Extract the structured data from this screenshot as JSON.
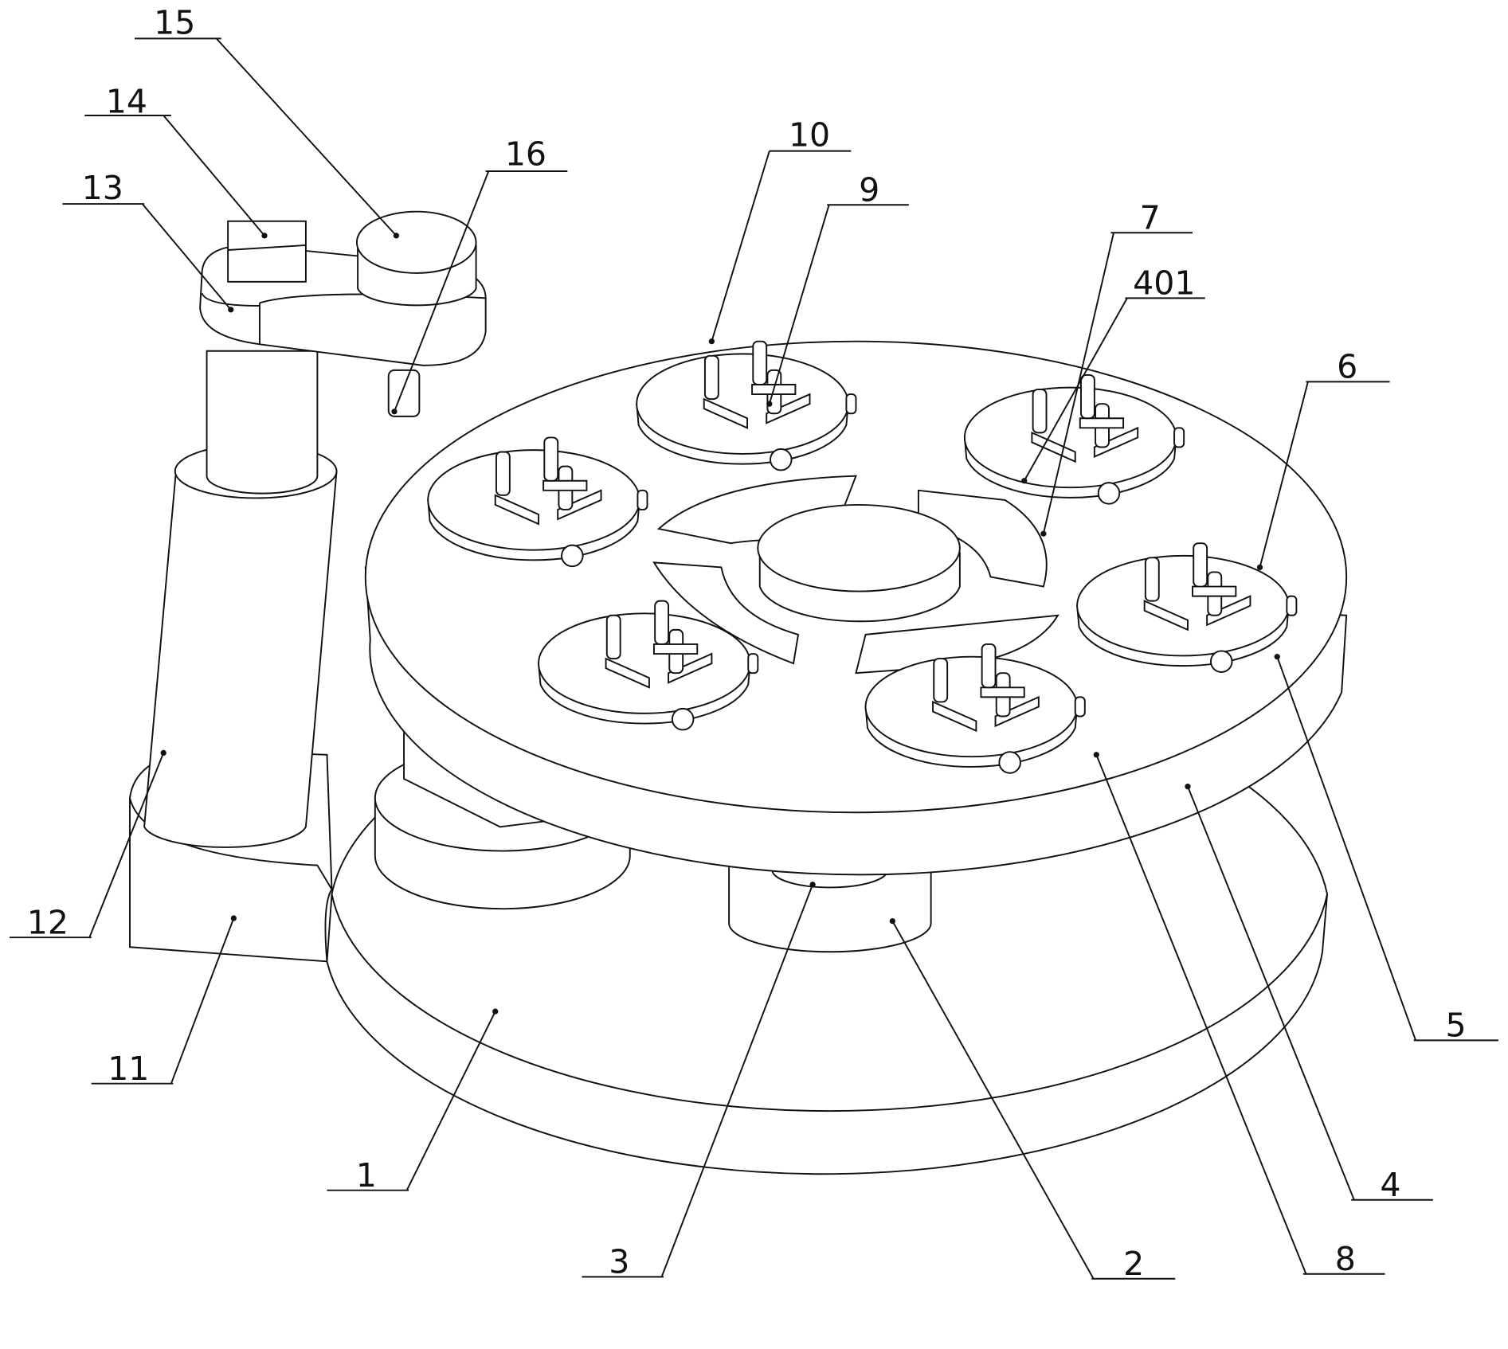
{
  "figure": {
    "description_labels": [
      "1",
      "2",
      "3",
      "4",
      "5",
      "6",
      "7",
      "8",
      "9",
      "10",
      "11",
      "12",
      "13",
      "14",
      "15",
      "16",
      "401"
    ],
    "labels": {
      "l1": "1",
      "l2": "2",
      "l3": "3",
      "l4": "4",
      "l5": "5",
      "l6": "6",
      "l7": "7",
      "l8": "8",
      "l9": "9",
      "l10": "10",
      "l11": "11",
      "l12": "12",
      "l13": "13",
      "l14": "14",
      "l15": "15",
      "l16": "16",
      "l401": "401"
    },
    "line_color": "#111111",
    "background": "#ffffff"
  }
}
